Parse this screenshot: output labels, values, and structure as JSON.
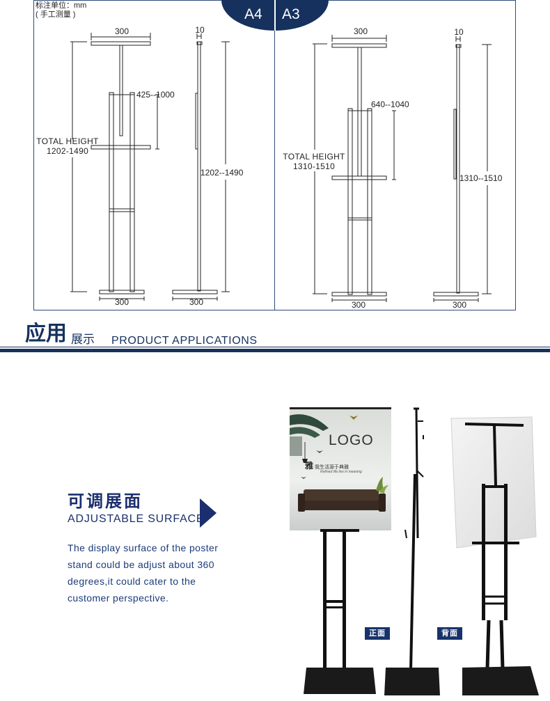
{
  "diagram": {
    "unit_line1": "标注单位：mm",
    "unit_line2": "( 手工测量 )",
    "tabs": {
      "a4": "A4",
      "a3": "A3"
    },
    "a4_front": {
      "top_width": "300",
      "adjust_range": "425--1000",
      "total_label_line1": "TOTAL HEIGHT",
      "total_label_line2": "1202-1490",
      "base_width": "300"
    },
    "a4_side": {
      "thickness": "10",
      "height": "1202--1490",
      "base_width": "300"
    },
    "a3_front": {
      "top_width": "300",
      "adjust_range": "640--1040",
      "total_label_line1": "TOTAL HEIGHT",
      "total_label_line2": "1310-1510",
      "base_width": "300"
    },
    "a3_side": {
      "thickness": "10",
      "height": "1310--1510",
      "base_width": "300"
    }
  },
  "section_header": {
    "title_big": "应用",
    "title_small": "展示",
    "title_en": "PRODUCT APPLICATIONS"
  },
  "feature": {
    "title_cn": "可调展面",
    "title_en": "ADJUSTABLE SURFACE",
    "description": "The display surface of the poster\nstand could be adjust about 360\ndegrees,it could cater  to the\ncustomer perspective."
  },
  "product": {
    "poster_logo": "LOGO",
    "poster_slogan_char": "雅",
    "poster_slogan_cn": "我生活源于典雅",
    "poster_slogan_en": "Refined life lies in meaning",
    "front_tag": "正面",
    "back_tag": "背面"
  },
  "colors": {
    "navy": "#16315e",
    "panel_border": "#2d4a78",
    "feature_text": "#1b3b7a"
  }
}
